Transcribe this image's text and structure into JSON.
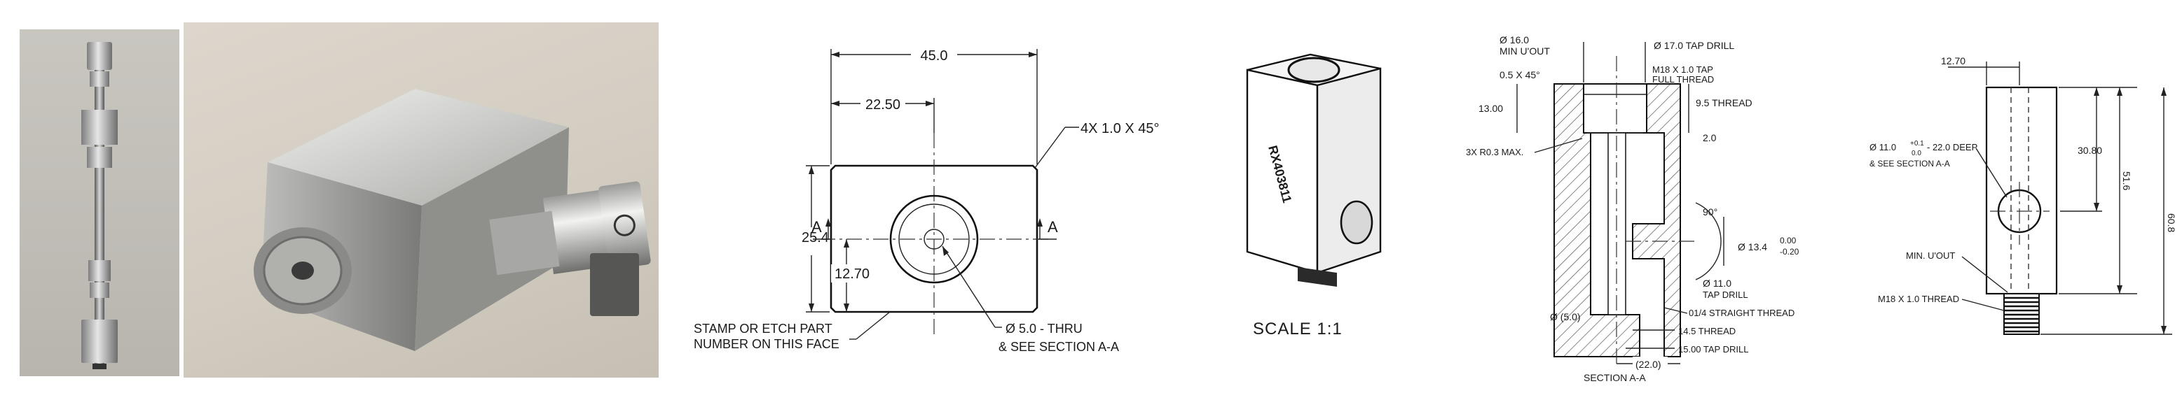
{
  "front_view": {
    "dim_width": "45.0",
    "dim_half_width": "22.50",
    "dim_height": "25.4",
    "dim_center_height": "12.70",
    "chamfer_note": "4X 1.0 X 45°",
    "section_mark": "A",
    "stamp_note_line1": "STAMP OR ETCH PART",
    "stamp_note_line2": "NUMBER ON THIS FACE",
    "hole_note_line1": "Ø 5.0 - THRU",
    "hole_note_line2": "& SEE SECTION A-A"
  },
  "iso_view": {
    "part_number": "RX403811",
    "scale_label": "SCALE 1:1"
  },
  "section_view": {
    "dia_top": "Ø 16.0",
    "min_uout": "MIN U'OUT",
    "tap_drill_top": "Ø 17.0 TAP DRILL",
    "top_chamfer": "0.5 X 45°",
    "thread_line1": "M18 X 1.0 TAP",
    "thread_line2": "FULL THREAD",
    "depth_13": "13.00",
    "thread_depth": "9.5 THREAD",
    "dim_2": "2.0",
    "radius_note": "3X R0.3 MAX.",
    "angle": "90°",
    "dia_side": "Ø 13.4",
    "tol_upper": "0.00",
    "tol_lower": "-0.20",
    "side_drill_line1": "Ø 11.0",
    "side_drill_line2": "TAP DRILL",
    "pipe_thread": "01/4 STRAIGHT THREAD",
    "dim_145": "14.5 THREAD",
    "dim_1500": "15.00 TAP DRILL",
    "dia_small": "Ø (5.0)",
    "dim_22": "(22.0)",
    "section_title": "SECTION A-A"
  },
  "side_view": {
    "dim_top": "12.70",
    "hole_note_line1": "Ø 11.0",
    "tol_plus": "+0.1",
    "tol_zero": "0.0",
    "hole_depth": "- 22.0 DEEP",
    "hole_note_line2": "& SEE SECTION A-A",
    "dim_3080": "30.80",
    "dim_516": "51.6",
    "dim_608": "60.8",
    "min_uout": "MIN. U'OUT",
    "thread_note": "M18 X 1.0 THREAD"
  }
}
